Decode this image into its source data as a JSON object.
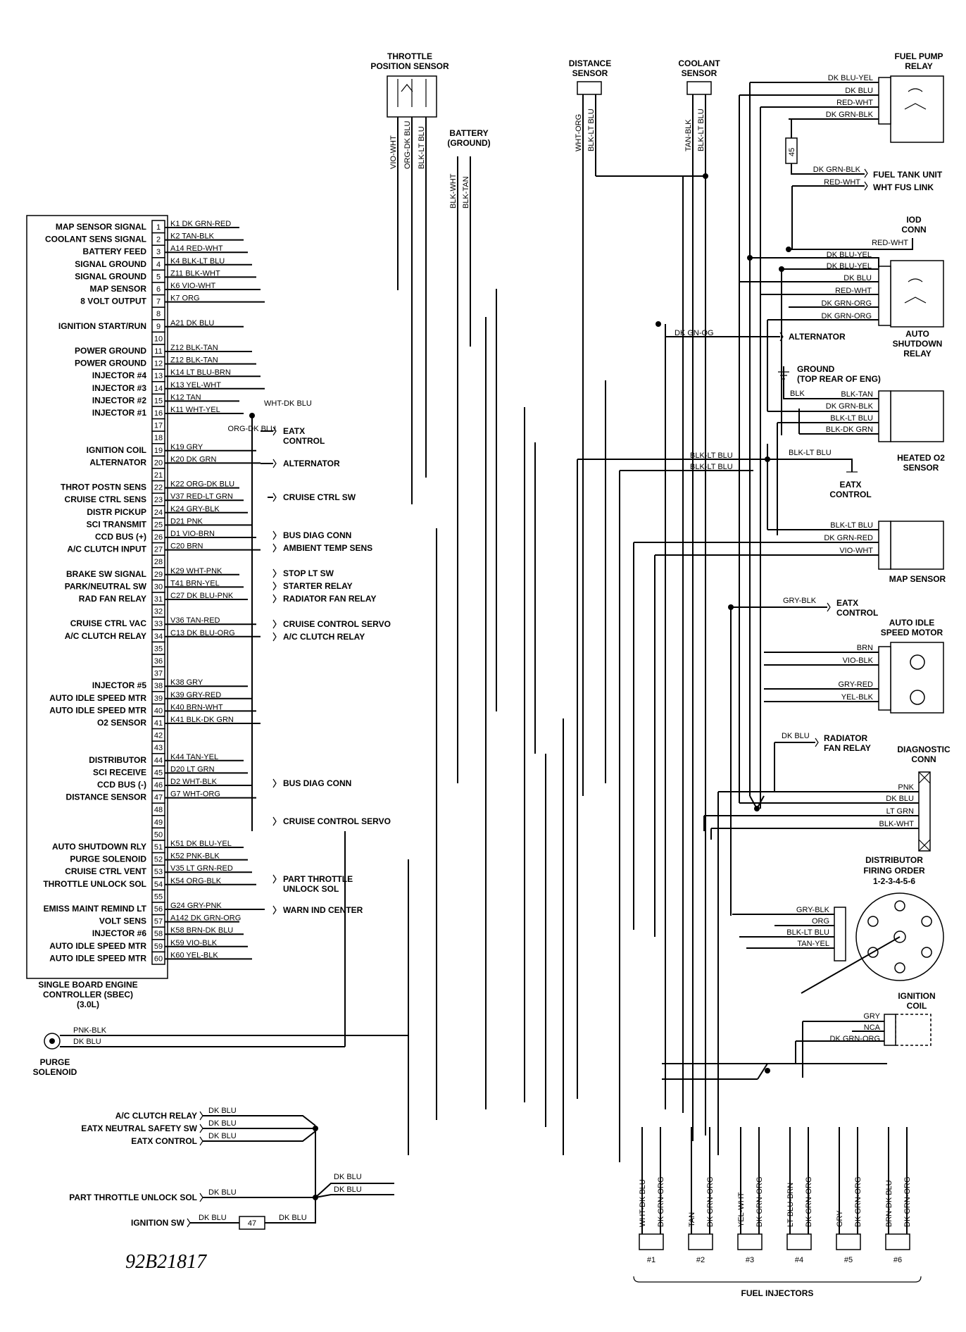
{
  "sbec": {
    "name": "SINGLE BOARD ENGINE CONTROLLER (SBEC) (3.0L)",
    "title_lines": [
      "SINGLE BOARD ENGINE",
      "CONTROLLER (SBEC)",
      "(3.0L)"
    ],
    "pins": [
      {
        "pin": "1",
        "function": "MAP SENSOR SIGNAL",
        "wire": "K1 DK GRN-RED"
      },
      {
        "pin": "2",
        "function": "COOLANT SENS SIGNAL",
        "wire": "K2 TAN-BLK"
      },
      {
        "pin": "3",
        "function": "BATTERY FEED",
        "wire": "A14 RED-WHT"
      },
      {
        "pin": "4",
        "function": "SIGNAL GROUND",
        "wire": "K4 BLK-LT BLU"
      },
      {
        "pin": "5",
        "function": "SIGNAL GROUND",
        "wire": "Z11 BLK-WHT"
      },
      {
        "pin": "6",
        "function": "MAP SENSOR",
        "wire": "K6 VIO-WHT"
      },
      {
        "pin": "7",
        "function": "8 VOLT OUTPUT",
        "wire": "K7 ORG"
      },
      {
        "pin": "8",
        "function": "",
        "wire": ""
      },
      {
        "pin": "9",
        "function": "IGNITION START/RUN",
        "wire": "A21 DK BLU"
      },
      {
        "pin": "10",
        "function": "",
        "wire": ""
      },
      {
        "pin": "11",
        "function": "POWER GROUND",
        "wire": "Z12 BLK-TAN"
      },
      {
        "pin": "12",
        "function": "POWER GROUND",
        "wire": "Z12 BLK-TAN"
      },
      {
        "pin": "13",
        "function": "INJECTOR #4",
        "wire": "K14 LT BLU-BRN"
      },
      {
        "pin": "14",
        "function": "INJECTOR #3",
        "wire": "K13 YEL-WHT"
      },
      {
        "pin": "15",
        "function": "INJECTOR #2",
        "wire": "K12 TAN"
      },
      {
        "pin": "16",
        "function": "INJECTOR #1",
        "wire": "K11 WHT-YEL"
      },
      {
        "pin": "17",
        "function": "",
        "wire": ""
      },
      {
        "pin": "18",
        "function": "",
        "wire": ""
      },
      {
        "pin": "19",
        "function": "IGNITION COIL",
        "wire": "K19 GRY"
      },
      {
        "pin": "20",
        "function": "ALTERNATOR",
        "wire": "K20 DK GRN"
      },
      {
        "pin": "21",
        "function": "",
        "wire": ""
      },
      {
        "pin": "22",
        "function": "THROT POSTN SENS",
        "wire": "K22 ORG-DK BLU"
      },
      {
        "pin": "23",
        "function": "CRUISE CTRL SENS",
        "wire": "V37 RED-LT GRN"
      },
      {
        "pin": "24",
        "function": "DISTR PICKUP",
        "wire": "K24 GRY-BLK"
      },
      {
        "pin": "25",
        "function": "SCI TRANSMIT",
        "wire": "D21 PNK"
      },
      {
        "pin": "26",
        "function": "CCD BUS (+)",
        "wire": "D1 VIO-BRN"
      },
      {
        "pin": "27",
        "function": "A/C CLUTCH INPUT",
        "wire": "C20 BRN"
      },
      {
        "pin": "28",
        "function": "",
        "wire": ""
      },
      {
        "pin": "29",
        "function": "BRAKE SW SIGNAL",
        "wire": "K29 WHT-PNK"
      },
      {
        "pin": "30",
        "function": "PARK/NEUTRAL SW",
        "wire": "T41 BRN-YEL"
      },
      {
        "pin": "31",
        "function": "RAD FAN RELAY",
        "wire": "C27 DK BLU-PNK"
      },
      {
        "pin": "32",
        "function": "",
        "wire": ""
      },
      {
        "pin": "33",
        "function": "CRUISE CTRL VAC",
        "wire": "V36 TAN-RED"
      },
      {
        "pin": "34",
        "function": "A/C CLUTCH RELAY",
        "wire": "C13 DK BLU-ORG"
      },
      {
        "pin": "35",
        "function": "",
        "wire": ""
      },
      {
        "pin": "36",
        "function": "",
        "wire": ""
      },
      {
        "pin": "37",
        "function": "",
        "wire": ""
      },
      {
        "pin": "38",
        "function": "INJECTOR #5",
        "wire": "K38 GRY"
      },
      {
        "pin": "39",
        "function": "AUTO IDLE SPEED MTR",
        "wire": "K39 GRY-RED"
      },
      {
        "pin": "40",
        "function": "AUTO IDLE SPEED MTR",
        "wire": "K40 BRN-WHT"
      },
      {
        "pin": "41",
        "function": "O2 SENSOR",
        "wire": "K41 BLK-DK GRN"
      },
      {
        "pin": "42",
        "function": "",
        "wire": ""
      },
      {
        "pin": "43",
        "function": "",
        "wire": ""
      },
      {
        "pin": "44",
        "function": "DISTRIBUTOR",
        "wire": "K44 TAN-YEL"
      },
      {
        "pin": "45",
        "function": "SCI RECEIVE",
        "wire": "D20 LT GRN"
      },
      {
        "pin": "46",
        "function": "CCD BUS (-)",
        "wire": "D2 WHT-BLK"
      },
      {
        "pin": "47",
        "function": "DISTANCE SENSOR",
        "wire": "G7 WHT-ORG"
      },
      {
        "pin": "48",
        "function": "",
        "wire": ""
      },
      {
        "pin": "49",
        "function": "",
        "wire": ""
      },
      {
        "pin": "50",
        "function": "",
        "wire": ""
      },
      {
        "pin": "51",
        "function": "AUTO SHUTDOWN RLY",
        "wire": "K51 DK BLU-YEL"
      },
      {
        "pin": "52",
        "function": "PURGE SOLENOID",
        "wire": "K52 PNK-BLK"
      },
      {
        "pin": "53",
        "function": "CRUISE CTRL VENT",
        "wire": "V35 LT GRN-RED"
      },
      {
        "pin": "54",
        "function": "THROTTLE UNLOCK SOL",
        "wire": "K54 ORG-BLK"
      },
      {
        "pin": "55",
        "function": "",
        "wire": ""
      },
      {
        "pin": "56",
        "function": "EMISS MAINT REMIND LT",
        "wire": "G24 GRY-PNK"
      },
      {
        "pin": "57",
        "function": "VOLT SENS",
        "wire": "A142 DK GRN-ORG"
      },
      {
        "pin": "58",
        "function": "INJECTOR #6",
        "wire": "K58 BRN-DK BLU"
      },
      {
        "pin": "59",
        "function": "AUTO IDLE SPEED MTR",
        "wire": "K59 VIO-BLK"
      },
      {
        "pin": "60",
        "function": "AUTO IDLE SPEED MTR",
        "wire": "K60 YEL-BLK"
      }
    ]
  },
  "mid_callouts": [
    {
      "text": "ORG-DK BLU",
      "dest": "EATX",
      "dest2": "CONTROL"
    },
    {
      "dest": "ALTERNATOR"
    },
    {
      "dest": "CRUISE CTRL SW"
    },
    {
      "dest": "BUS DIAG CONN"
    },
    {
      "dest": "AMBIENT TEMP SENS"
    },
    {
      "dest": "STOP LT SW"
    },
    {
      "dest": "STARTER RELAY"
    },
    {
      "dest": "RADIATOR FAN RELAY"
    },
    {
      "dest": "CRUISE CONTROL SERVO"
    },
    {
      "dest": "A/C CLUTCH RELAY"
    },
    {
      "dest": "BUS DIAG CONN"
    },
    {
      "dest": "CRUISE CONTROL SERVO"
    },
    {
      "dest": "PART THROTTLE",
      "dest2": "UNLOCK SOL"
    },
    {
      "dest": "WARN IND CENTER"
    },
    {
      "text": "WHT-DK BLU"
    }
  ],
  "tps": {
    "title": [
      "THROTTLE",
      "POSITION SENSOR"
    ],
    "wires": [
      "VIO-WHT",
      "ORG-DK BLU",
      "BLK-LT BLU"
    ]
  },
  "battery": {
    "title": [
      "BATTERY",
      "(GROUND)"
    ],
    "wires": [
      "BLK-WHT",
      "BLK-TAN"
    ]
  },
  "distance_sensor": {
    "title": [
      "DISTANCE",
      "SENSOR"
    ],
    "wires": [
      "WHT-ORG",
      "BLK-LT BLU"
    ]
  },
  "coolant_sensor": {
    "title": [
      "COOLANT",
      "SENSOR"
    ],
    "wires": [
      "TAN-BLK",
      "BLK-LT BLU"
    ]
  },
  "fuel_pump_relay": {
    "title": [
      "FUEL PUMP",
      "RELAY"
    ],
    "wires": [
      "DK BLU-YEL",
      "DK BLU",
      "RED-WHT",
      "DK GRN-BLK"
    ]
  },
  "fuse45": "45",
  "fuel_tank": {
    "wires": [
      "DK GRN-BLK",
      "RED-WHT"
    ],
    "dests": [
      "FUEL TANK UNIT",
      "WHT FUS LINK"
    ]
  },
  "iod": {
    "title": [
      "IOD",
      "CONN"
    ],
    "wire": "RED-WHT"
  },
  "asd_relay": {
    "title": [
      "AUTO",
      "SHUTDOWN",
      "RELAY"
    ],
    "wires": [
      "DK BLU-YEL",
      "DK BLU-YEL",
      "DK BLU",
      "RED-WHT",
      "DK GRN-ORG",
      "DK GRN-ORG"
    ]
  },
  "alternator": {
    "wire": "DK GN-OG",
    "dest": "ALTERNATOR"
  },
  "ground": {
    "title": [
      "GROUND",
      "(TOP REAR OF ENG)"
    ],
    "wire": "BLK"
  },
  "heated_o2": {
    "title": [
      "HEATED O2",
      "SENSOR"
    ],
    "wires": [
      "BLK-TAN",
      "DK GRN-BLK",
      "BLK-LT BLU",
      "BLK-DK GRN"
    ]
  },
  "eatx_ctrl": {
    "wires": [
      "BLK-LT BLU",
      "BLK-LT BLU",
      "BLK-LT BLU"
    ],
    "title": [
      "EATX",
      "CONTROL"
    ]
  },
  "map_sensor": {
    "title": "MAP SENSOR",
    "wires": [
      "BLK-LT BLU",
      "DK GRN-RED",
      "VIO-WHT"
    ]
  },
  "eatx2": {
    "wire": "GRY-BLK",
    "dest": [
      "EATX",
      "CONTROL"
    ]
  },
  "ais_motor": {
    "title": [
      "AUTO IDLE",
      "SPEED MOTOR"
    ],
    "wires": [
      "BRN",
      "VIO-BLK",
      "GRY-RED",
      "YEL-BLK"
    ]
  },
  "rad_fan": {
    "wire": "DK BLU",
    "dest": [
      "RADIATOR",
      "FAN RELAY"
    ]
  },
  "diag_conn": {
    "title": [
      "DIAGNOSTIC",
      "CONN"
    ],
    "wires": [
      "PNK",
      "DK BLU",
      "LT GRN",
      "BLK-WHT"
    ]
  },
  "distributor": {
    "title": [
      "DISTRIBUTOR",
      "FIRING ORDER",
      "1-2-3-4-5-6"
    ],
    "wires": [
      "GRY-BLK",
      "ORG",
      "BLK-LT BLU",
      "TAN-YEL"
    ]
  },
  "ign_coil": {
    "title": [
      "IGNITION",
      "COIL"
    ],
    "wires": [
      "GRY",
      "NCA",
      "DK GRN-ORG"
    ]
  },
  "purge": {
    "title": [
      "PURGE",
      "SOLENOID"
    ],
    "wires": [
      "PNK-BLK",
      "DK BLU"
    ]
  },
  "dk_blu_group": {
    "items": [
      {
        "label": "A/C CLUTCH RELAY",
        "wire": "DK BLU"
      },
      {
        "label": "EATX NEUTRAL SAFETY SW",
        "wire": "DK BLU"
      },
      {
        "label": "EATX CONTROL",
        "wire": "DK BLU"
      }
    ]
  },
  "part_throttle": {
    "label": "PART THROTTLE UNLOCK SOL",
    "wire": "DK BLU",
    "wires_right": [
      "DK BLU",
      "DK BLU"
    ]
  },
  "ignition_sw": {
    "label": "IGNITION SW",
    "wire": "DK BLU",
    "fuse": "47",
    "wire2": "DK BLU"
  },
  "injectors": {
    "title": "FUEL INJECTORS",
    "items": [
      {
        "num": "#1",
        "w1": "WHT-DK BLU",
        "w2": "DK GRN-ORG"
      },
      {
        "num": "#2",
        "w1": "TAN",
        "w2": "DK GRN-ORG"
      },
      {
        "num": "#3",
        "w1": "YEL-WHT",
        "w2": "DK GRN-ORG"
      },
      {
        "num": "#4",
        "w1": "LT BLU-BRN",
        "w2": "DK GRN-ORG"
      },
      {
        "num": "#5",
        "w1": "GRY",
        "w2": "DK GRN-ORG"
      },
      {
        "num": "#6",
        "w1": "BRN-DK BLU",
        "w2": "DK GRN-ORG"
      }
    ]
  },
  "diagram_id": "92B21817"
}
